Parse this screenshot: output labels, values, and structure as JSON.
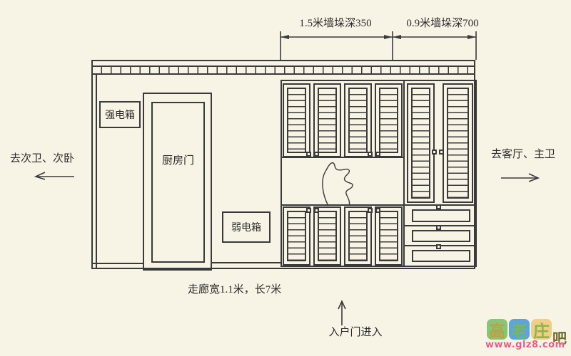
{
  "colors": {
    "background": "#f8f4e5",
    "line": "#3a3a3a",
    "text": "#2b2b2b",
    "watermark_url": "#e85c86"
  },
  "dimension_labels": {
    "left": "1.5米墙垛深350",
    "right": "0.9米墙垛深700"
  },
  "equipment": {
    "strong_electric_box": "强电箱",
    "weak_electric_box": "弱电箱"
  },
  "kitchen_door": "厨房门",
  "directions": {
    "left_exit": "去次卫、次卧",
    "right_exit": "去客厅、主卫",
    "entry": "入户门进入"
  },
  "corridor_note": "走廊宽1.1米，长7米",
  "watermark": {
    "tiles": [
      {
        "char": "高",
        "bg": "#84c873",
        "fg": "#c89a4a"
      },
      {
        "char": "老",
        "bg": "#5ba4e0",
        "fg": "#7cb84e"
      },
      {
        "char": "庄",
        "bg": "#eecf85",
        "fg": "#8cb44e"
      }
    ],
    "suffix": "吧",
    "suffix_color": "#6b6b2f",
    "url": "www.glz8.com",
    "url_color": "#e85c86"
  }
}
